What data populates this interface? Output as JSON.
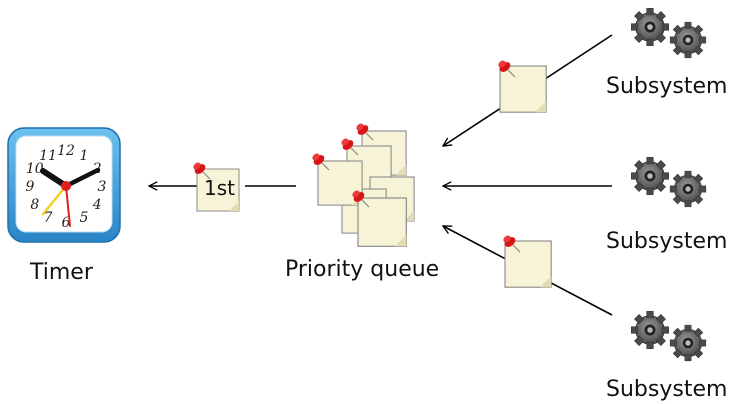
{
  "timer": {
    "label": "Timer"
  },
  "queue": {
    "label": "Priority queue"
  },
  "first_note": {
    "label": "1st"
  },
  "subsystems": [
    {
      "label": "Subsystem"
    },
    {
      "label": "Subsystem"
    },
    {
      "label": "Subsystem"
    }
  ],
  "clock": {
    "numerals": [
      "12",
      "1",
      "2",
      "3",
      "4",
      "5",
      "6",
      "7",
      "8",
      "9",
      "10",
      "11"
    ],
    "frame_color": "#3aa0dc",
    "hand_color": "#111111",
    "second_hand_color": "#e0201b",
    "accent_hand_color": "#f5d020"
  },
  "colors": {
    "note_fill": "#f7f3d6",
    "pin_color": "#d7141a",
    "gear_color": "#555555",
    "arrow_color": "#000000"
  }
}
